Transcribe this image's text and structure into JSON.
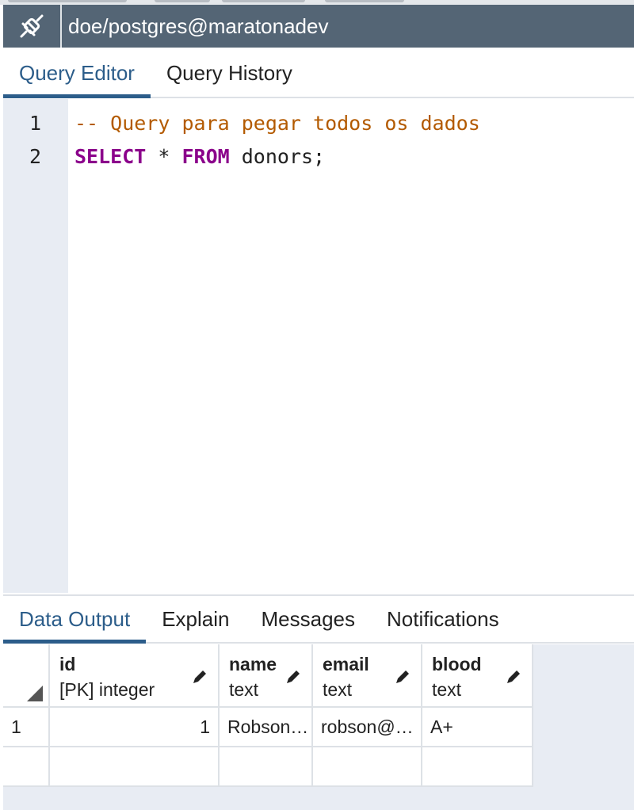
{
  "header": {
    "title": "doe/postgres@maratonadev",
    "icon": "plug-disconnected-icon"
  },
  "tabs": [
    {
      "label": "Query Editor",
      "active": true
    },
    {
      "label": "Query History",
      "active": false
    }
  ],
  "editor": {
    "lines": [
      {
        "num": "1",
        "comment": "-- Query para pegar todos os dados"
      },
      {
        "num": "2",
        "kw1": "SELECT",
        "star": " * ",
        "kw2": "FROM",
        "rest": " donors;"
      }
    ]
  },
  "output_tabs": [
    {
      "label": "Data Output",
      "active": true
    },
    {
      "label": "Explain"
    },
    {
      "label": "Messages"
    },
    {
      "label": "Notifications"
    }
  ],
  "grid": {
    "columns": [
      {
        "name": "id",
        "type": "[PK] integer"
      },
      {
        "name": "name",
        "type": "text"
      },
      {
        "name": "email",
        "type": "text"
      },
      {
        "name": "blood",
        "type": "text"
      }
    ],
    "rows": [
      {
        "num": "1",
        "cells": [
          "1",
          "Robson…",
          "robson@…",
          "A+"
        ]
      }
    ]
  },
  "colors": {
    "header": "#546575",
    "accent": "#2c5d8a",
    "comment": "#b35a00",
    "keyword": "#8b008b"
  }
}
